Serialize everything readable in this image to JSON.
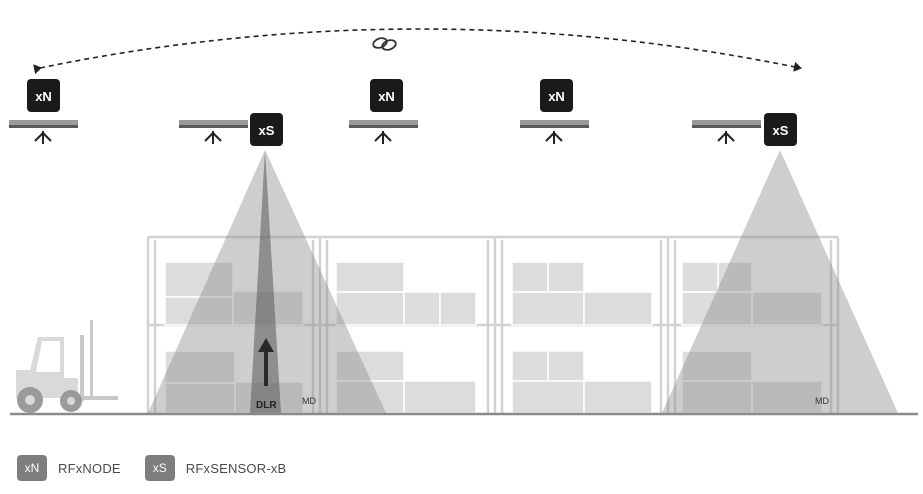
{
  "devices": {
    "node_label": "xN",
    "sensor_label": "xS"
  },
  "annotations": {
    "dlr": "DLR",
    "md_left": "MD",
    "md_right": "MD"
  },
  "legend": [
    {
      "badge": "xN",
      "label": "RFxNODE"
    },
    {
      "badge": "xS",
      "label": "RFxSENSOR-xB"
    }
  ],
  "colors": {
    "device_fill": "#1a1a1a",
    "legend_badge": "#7d7d7d",
    "cone_fill": "#8a8a8a",
    "rack_stroke": "#d2d2d2"
  },
  "icons": {
    "link": "link-chain-icon",
    "forklift": "forklift-icon",
    "antenna": "antenna-icon"
  }
}
